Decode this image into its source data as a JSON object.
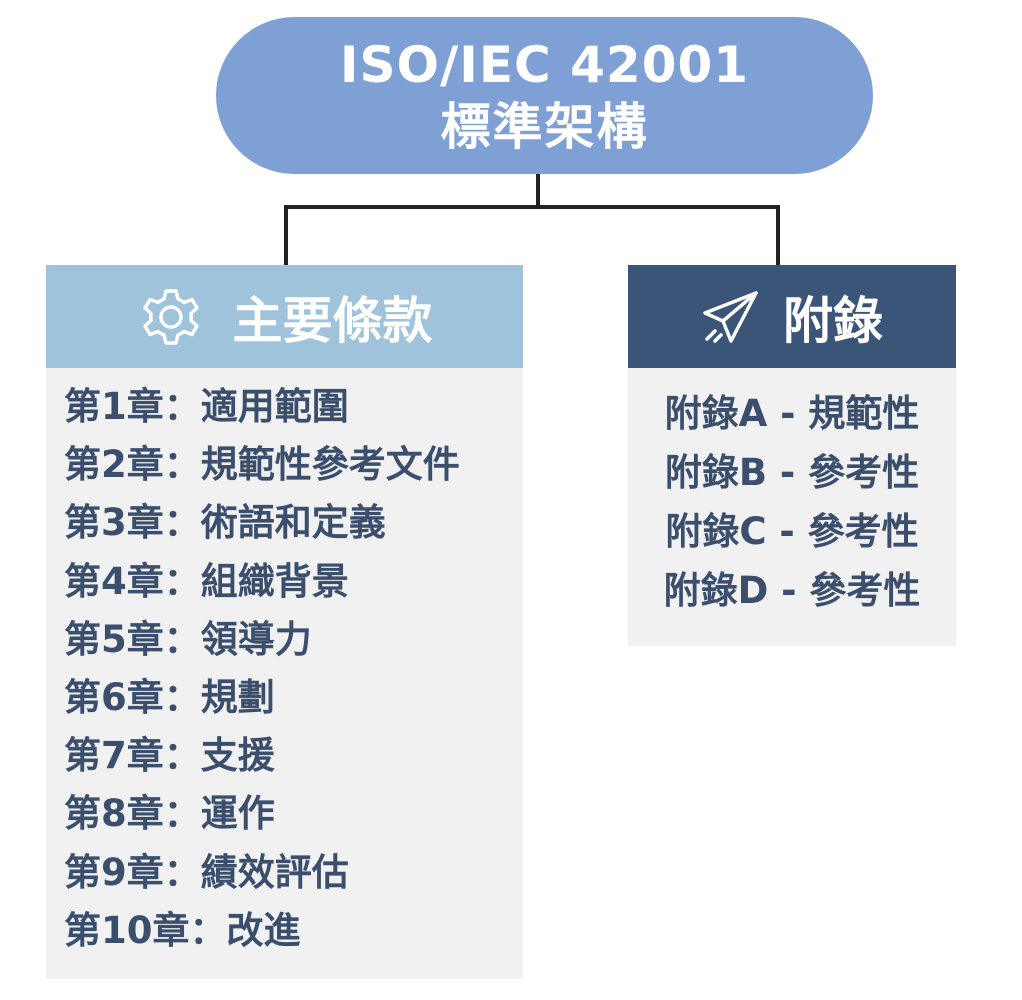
{
  "root": {
    "title_line1": "ISO/IEC 42001",
    "title_line2": "標準架構",
    "color": "#7fa0d5"
  },
  "main_clauses": {
    "icon": "gear-icon",
    "header": "主要條款",
    "header_color": "#9ec3db",
    "items": [
      "第1章：適用範圍",
      "第2章：規範性參考文件",
      "第3章：術語和定義",
      "第4章：組織背景",
      "第5章：領導力",
      "第6章：規劃",
      "第7章：支援",
      "第8章：運作",
      "第9章：績效評估",
      "第10章：改進"
    ]
  },
  "appendix": {
    "icon": "paper-plane-icon",
    "header": "附錄",
    "header_color": "#3a5578",
    "items": [
      "附錄A - 規範性",
      "附錄B - 參考性",
      "附錄C - 參考性",
      "附錄D - 參考性"
    ]
  },
  "colors": {
    "text": "#3b4f6d",
    "panel_body": "#f1f1f2",
    "connector": "#222222"
  }
}
